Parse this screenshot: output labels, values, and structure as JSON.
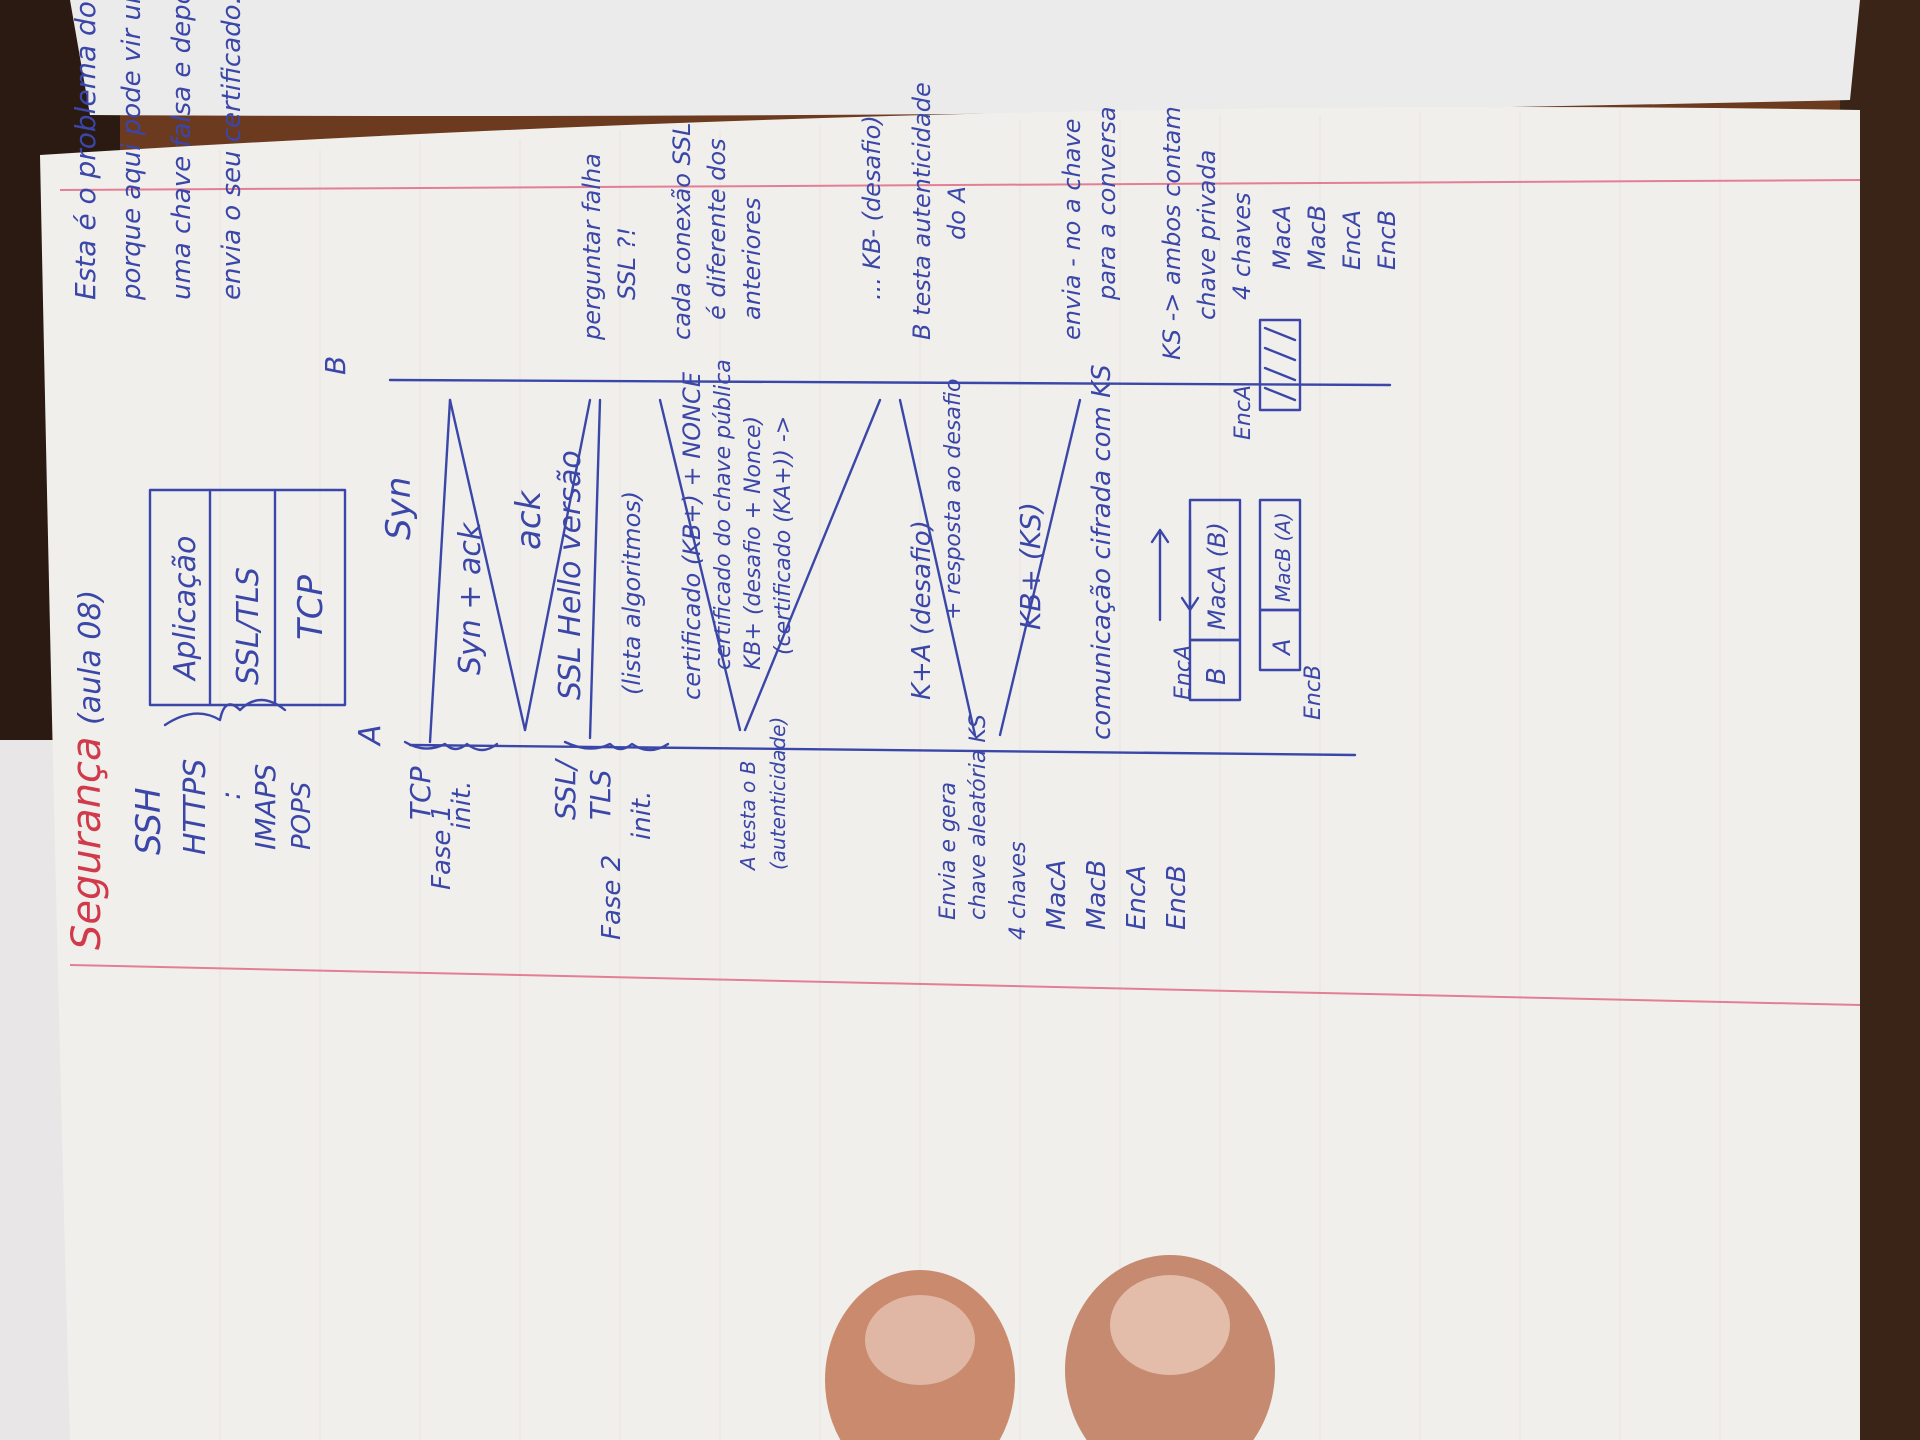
{
  "title": "Segurança",
  "subtitle": "(aula 08)",
  "protocols": [
    "SSH",
    "HTTPS",
    ":",
    "IMAPS",
    "POPS"
  ],
  "stack": [
    "Aplicação",
    "SSL/TLS",
    "TCP"
  ],
  "hosts": {
    "a": "A",
    "b": "B"
  },
  "phase1": {
    "label": "Fase 1",
    "group1": "TCP",
    "group2": "init."
  },
  "phase2": {
    "label": "Fase 2",
    "group1": "SSL/",
    "group2": "TLS",
    "group3": "init."
  },
  "messages": {
    "syn": "Syn",
    "synack": "Syn + ack",
    "ack": "ack",
    "hello": "SSL Hello   versão",
    "hello2": "(lista algoritmos)",
    "cert1": "certificado (KB+) + NONCE",
    "cert2": "certificado do chave pública",
    "cert3": "KB+ (desafio + Nonce)",
    "cert4": "(certificado (KA+)) ->",
    "challenge": "K+A (desafio)",
    "challenge2": "+ resposta ao desafio",
    "ks": "KB+ (KS)",
    "comm": "comunicação cifrada com KS"
  },
  "notes": {
    "top1": "Esta é o problema do SSL",
    "top2": "porque aqui pode vir uma",
    "top3": "uma chave falsa e depois A",
    "top4": "envia o seu certificado.",
    "q": "perguntar falha",
    "q2": "SSL ?!",
    "each1": "cada conexão SSL",
    "each2": "é diferente dos",
    "each3": "anteriores",
    "kb": "... KB- (desafio)",
    "bauth1": "B testa autenticidade",
    "bauth2": "do A",
    "envia1": "envia - no a chave",
    "envia2": "para a conversa",
    "ks1": "KS -> ambos contam",
    "ks2": "chave privada",
    "ks3": "4 chaves",
    "keys_right": [
      "MacA",
      "MacB",
      "EncA",
      "EncB"
    ],
    "atest1": "A testa o B",
    "atest2": "(autenticidade)",
    "gen1": "Envia e gera",
    "gen2": "chave aleatória KS",
    "gen3": "4 chaves",
    "keys_left": [
      "MacA",
      "MacB",
      "EncA",
      "EncB"
    ]
  },
  "diagram": {
    "b": "B",
    "macab": "MacA (B)",
    "a": "A",
    "macba": "MacB (A)",
    "enca": "EncA",
    "encb": "EncB",
    "enca2": "EncA"
  }
}
